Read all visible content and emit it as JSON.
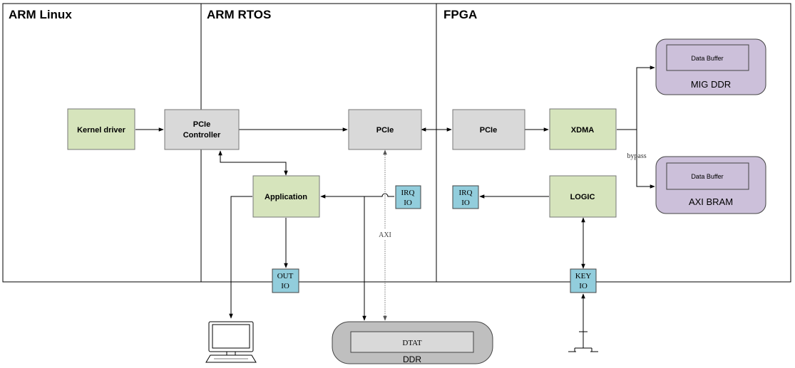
{
  "regions": {
    "linux": "ARM Linux",
    "rtos": "ARM RTOS",
    "fpga": "FPGA"
  },
  "blocks": {
    "kernel_driver": "Kernel driver",
    "pcie_controller_line1": "PCIe",
    "pcie_controller_line2": "Controller",
    "rtos_pcie": "PCIe",
    "fpga_pcie": "PCIe",
    "xdma": "XDMA",
    "application": "Application",
    "logic": "LOGIC"
  },
  "io": {
    "irq_rtos_line1": "IRQ",
    "irq_rtos_line2": "IO",
    "irq_fpga_line1": "IRQ",
    "irq_fpga_line2": "IO",
    "out_line1": "OUT",
    "out_line2": "IO",
    "key_line1": "KEY",
    "key_line2": "IO"
  },
  "memories": {
    "mig_inner": "Data Buffer",
    "mig_label": "MIG DDR",
    "axi_inner": "Data Buffer",
    "axi_label": "AXI BRAM",
    "ddr_inner": "DTAT",
    "ddr_label": "DDR"
  },
  "links": {
    "axi": "AXI",
    "bypass": "bypass"
  },
  "icons": [
    "computer-monitor-icon",
    "push-button-switch-icon"
  ],
  "colors": {
    "green_block": "#d6e4bc",
    "gray_block": "#d9d9d9",
    "io_blue": "#92cddc",
    "memory_purple": "#ccc0da",
    "ddr_gray": "#bfbfbf"
  }
}
